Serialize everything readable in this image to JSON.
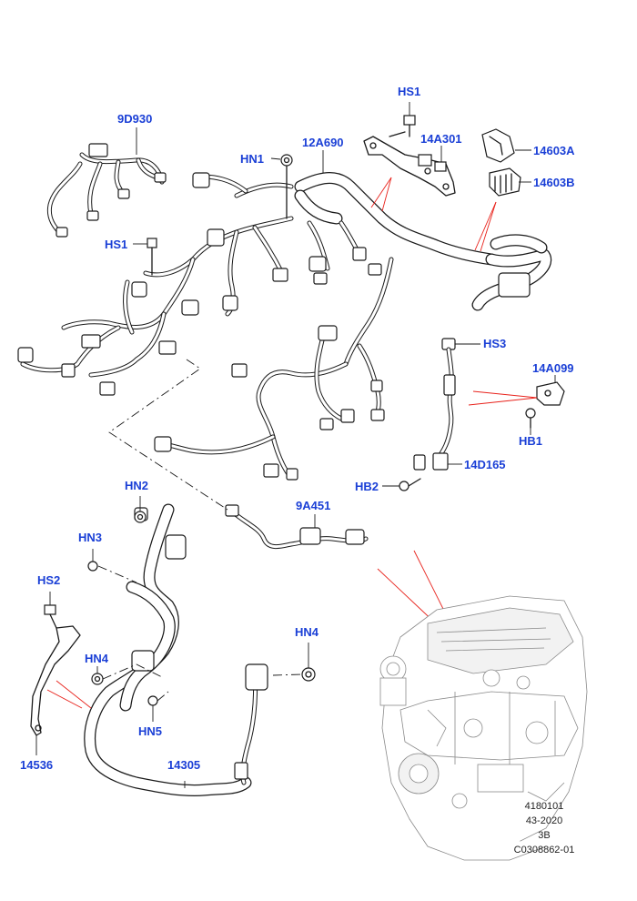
{
  "callouts": {
    "hs1_top": "HS1",
    "9d930": "9D930",
    "hn1_top": "HN1",
    "12a690": "12A690",
    "14a301": "14A301",
    "14603a": "14603A",
    "14603b": "14603B",
    "hs1_left": "HS1",
    "hs3": "HS3",
    "14a099": "14A099",
    "hb1": "HB1",
    "14d165": "14D165",
    "hb2": "HB2",
    "hn2": "HN2",
    "9a451": "9A451",
    "hn3": "HN3",
    "hs2": "HS2",
    "hn4_right": "HN4",
    "hn4_left": "HN4",
    "hn5": "HN5",
    "14536": "14536",
    "14305": "14305"
  },
  "reference": {
    "line1": "4180101",
    "line2": "43-2020",
    "line3": "3B",
    "line4": "C0308862-01"
  },
  "colors": {
    "callout_text": "#1a3fd6",
    "drawing_lines": "#1a1a1a",
    "red_leaders": "#e8221b",
    "engine_outline": "#8a8a8a"
  }
}
